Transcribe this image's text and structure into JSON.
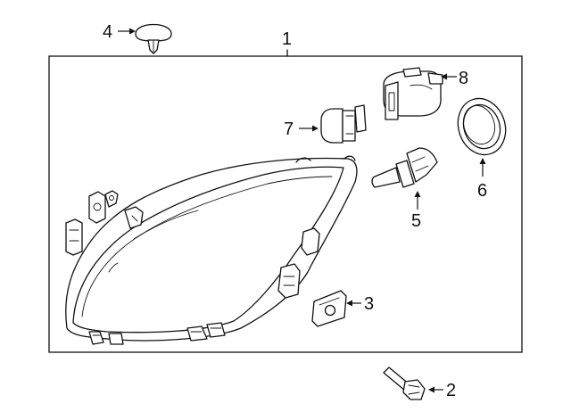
{
  "callouts": {
    "c1": "1",
    "c2": "2",
    "c3": "3",
    "c4": "4",
    "c5": "5",
    "c6": "6",
    "c7": "7",
    "c8": "8"
  },
  "parts": [
    {
      "callout": "1",
      "icon": "headlamp-assembly"
    },
    {
      "callout": "2",
      "icon": "bolt"
    },
    {
      "callout": "3",
      "icon": "bracket-clip"
    },
    {
      "callout": "4",
      "icon": "push-pin-clip"
    },
    {
      "callout": "5",
      "icon": "headlamp-bulb"
    },
    {
      "callout": "6",
      "icon": "seal-ring"
    },
    {
      "callout": "7",
      "icon": "wedge-bulb"
    },
    {
      "callout": "8",
      "icon": "bulb-socket"
    }
  ]
}
